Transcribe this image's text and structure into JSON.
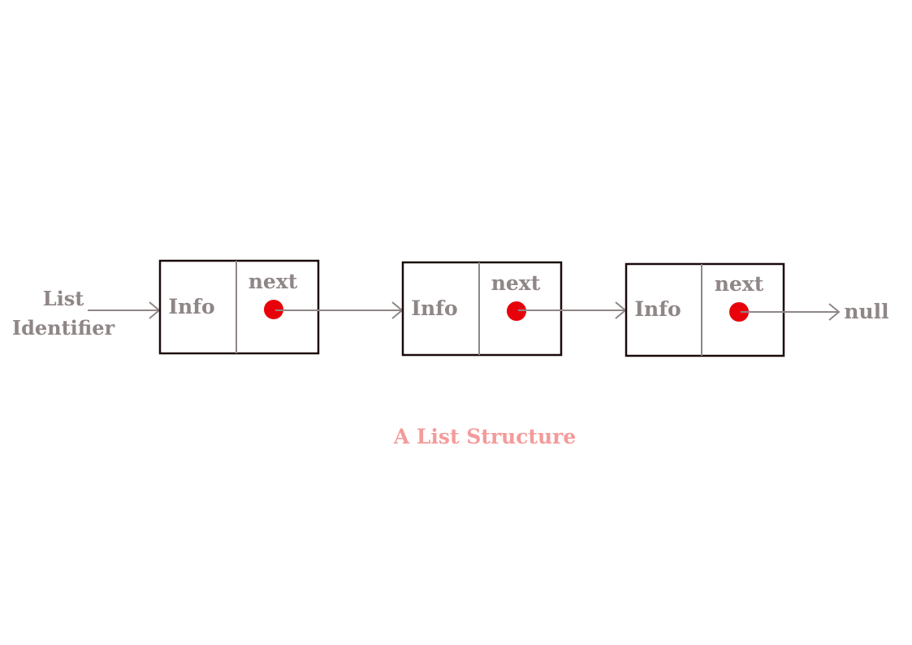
{
  "diagram": {
    "head_label_line1": "List",
    "head_label_line2": "Identifier",
    "nodes": [
      {
        "info_label": "Info",
        "next_label": "next"
      },
      {
        "info_label": "Info",
        "next_label": "next"
      },
      {
        "info_label": "Info",
        "next_label": "next"
      }
    ],
    "terminal_label": "null",
    "caption": "A List Structure"
  },
  "colors": {
    "text": "#8f8686",
    "caption": "#f59a9a",
    "box_border": "#1a0a0a",
    "pointer_dot": "#e8000b",
    "arrow": "#8f8686"
  }
}
